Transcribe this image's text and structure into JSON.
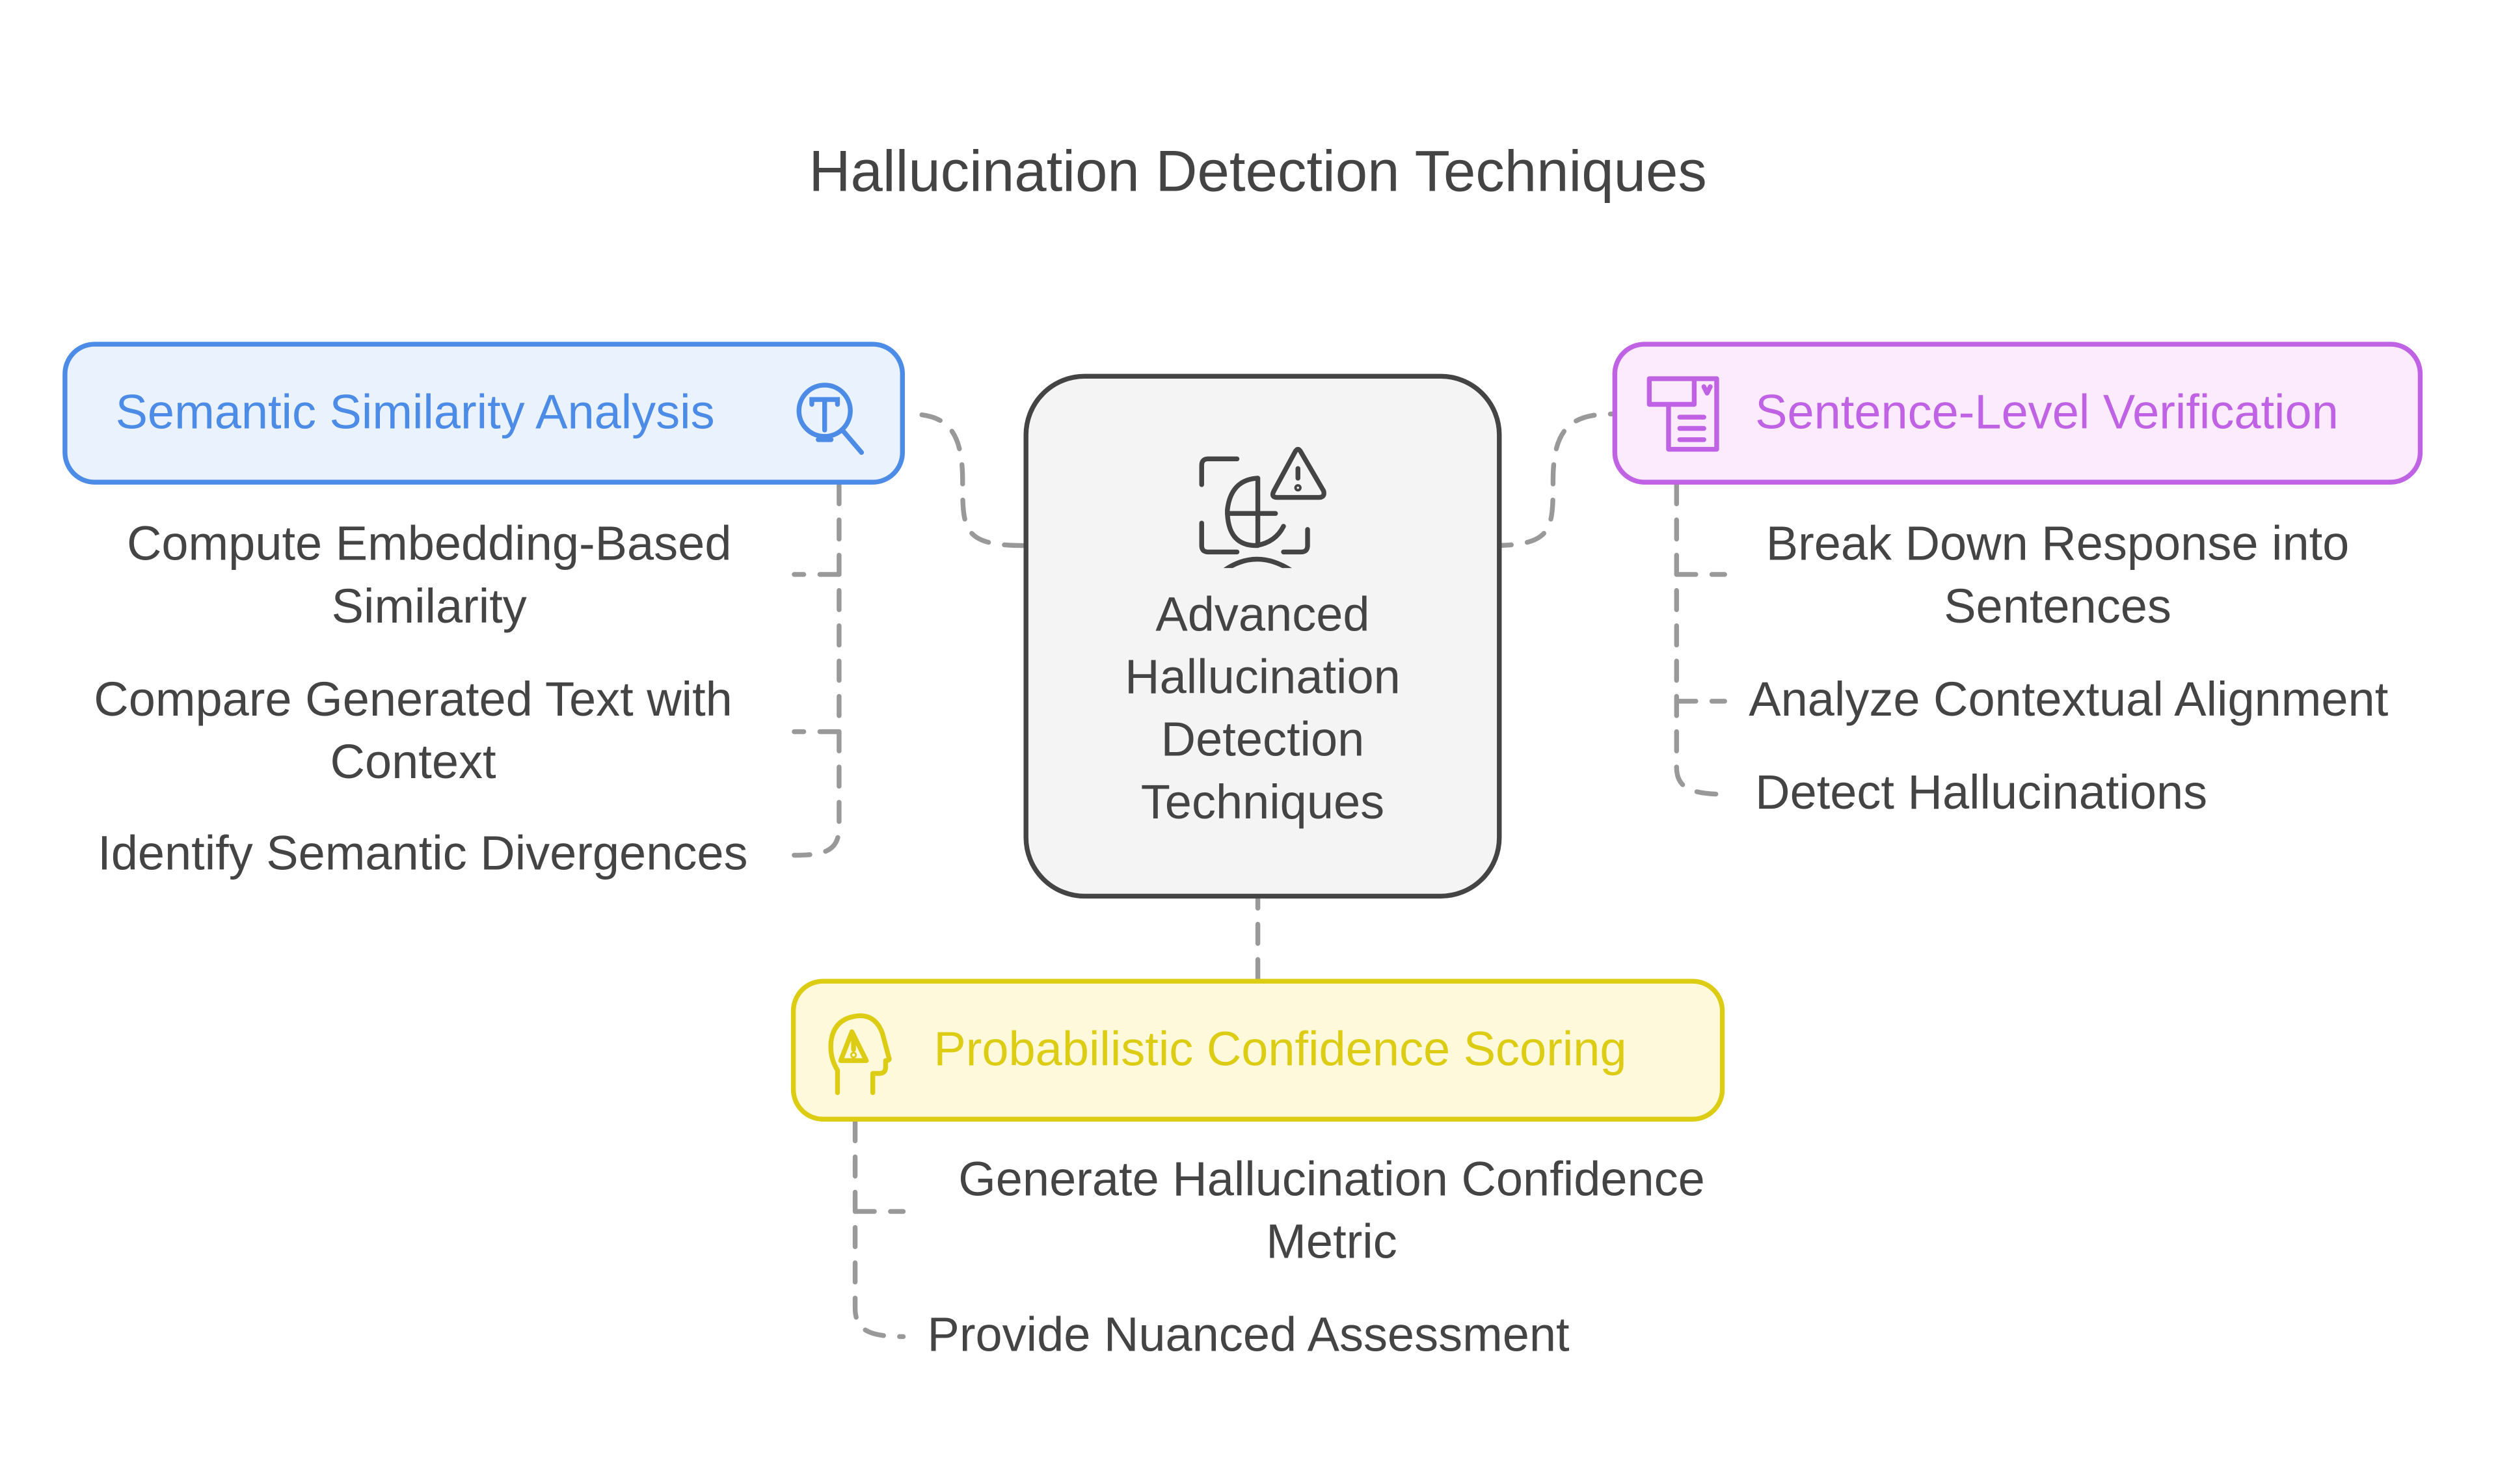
{
  "title": "Hallucination Detection Techniques",
  "center": {
    "label_lines": [
      "Advanced",
      "Hallucination",
      "Detection",
      "Techniques"
    ],
    "icon": "face-scan-warning-icon"
  },
  "branches": [
    {
      "id": "semantic",
      "label": "Semantic Similarity Analysis",
      "icon": "text-search-icon",
      "color": "#4c8be6",
      "fill": "#eaf2fe",
      "items": [
        {
          "lines": [
            "Compute Embedding-Based",
            "Similarity"
          ]
        },
        {
          "lines": [
            "Compare Generated Text with",
            "Context"
          ]
        },
        {
          "lines": [
            "Identify Semantic Divergences"
          ]
        }
      ]
    },
    {
      "id": "sentence",
      "label": "Sentence-Level Verification",
      "icon": "document-checklist-icon",
      "color": "#c062e4",
      "fill": "#fbebfd",
      "items": [
        {
          "lines": [
            "Break Down Response into",
            "Sentences"
          ]
        },
        {
          "lines": [
            "Analyze Contextual Alignment"
          ]
        },
        {
          "lines": [
            "Detect Hallucinations"
          ]
        }
      ]
    },
    {
      "id": "probabilistic",
      "label": "Probabilistic Confidence Scoring",
      "icon": "head-warning-icon",
      "color": "#ddcc14",
      "fill": "#fdf9da",
      "items": [
        {
          "lines": [
            "Generate Hallucination Confidence",
            "Metric"
          ]
        },
        {
          "lines": [
            "Provide Nuanced Assessment"
          ]
        }
      ]
    }
  ],
  "connector_color": "#999999",
  "text_color": "#444444"
}
